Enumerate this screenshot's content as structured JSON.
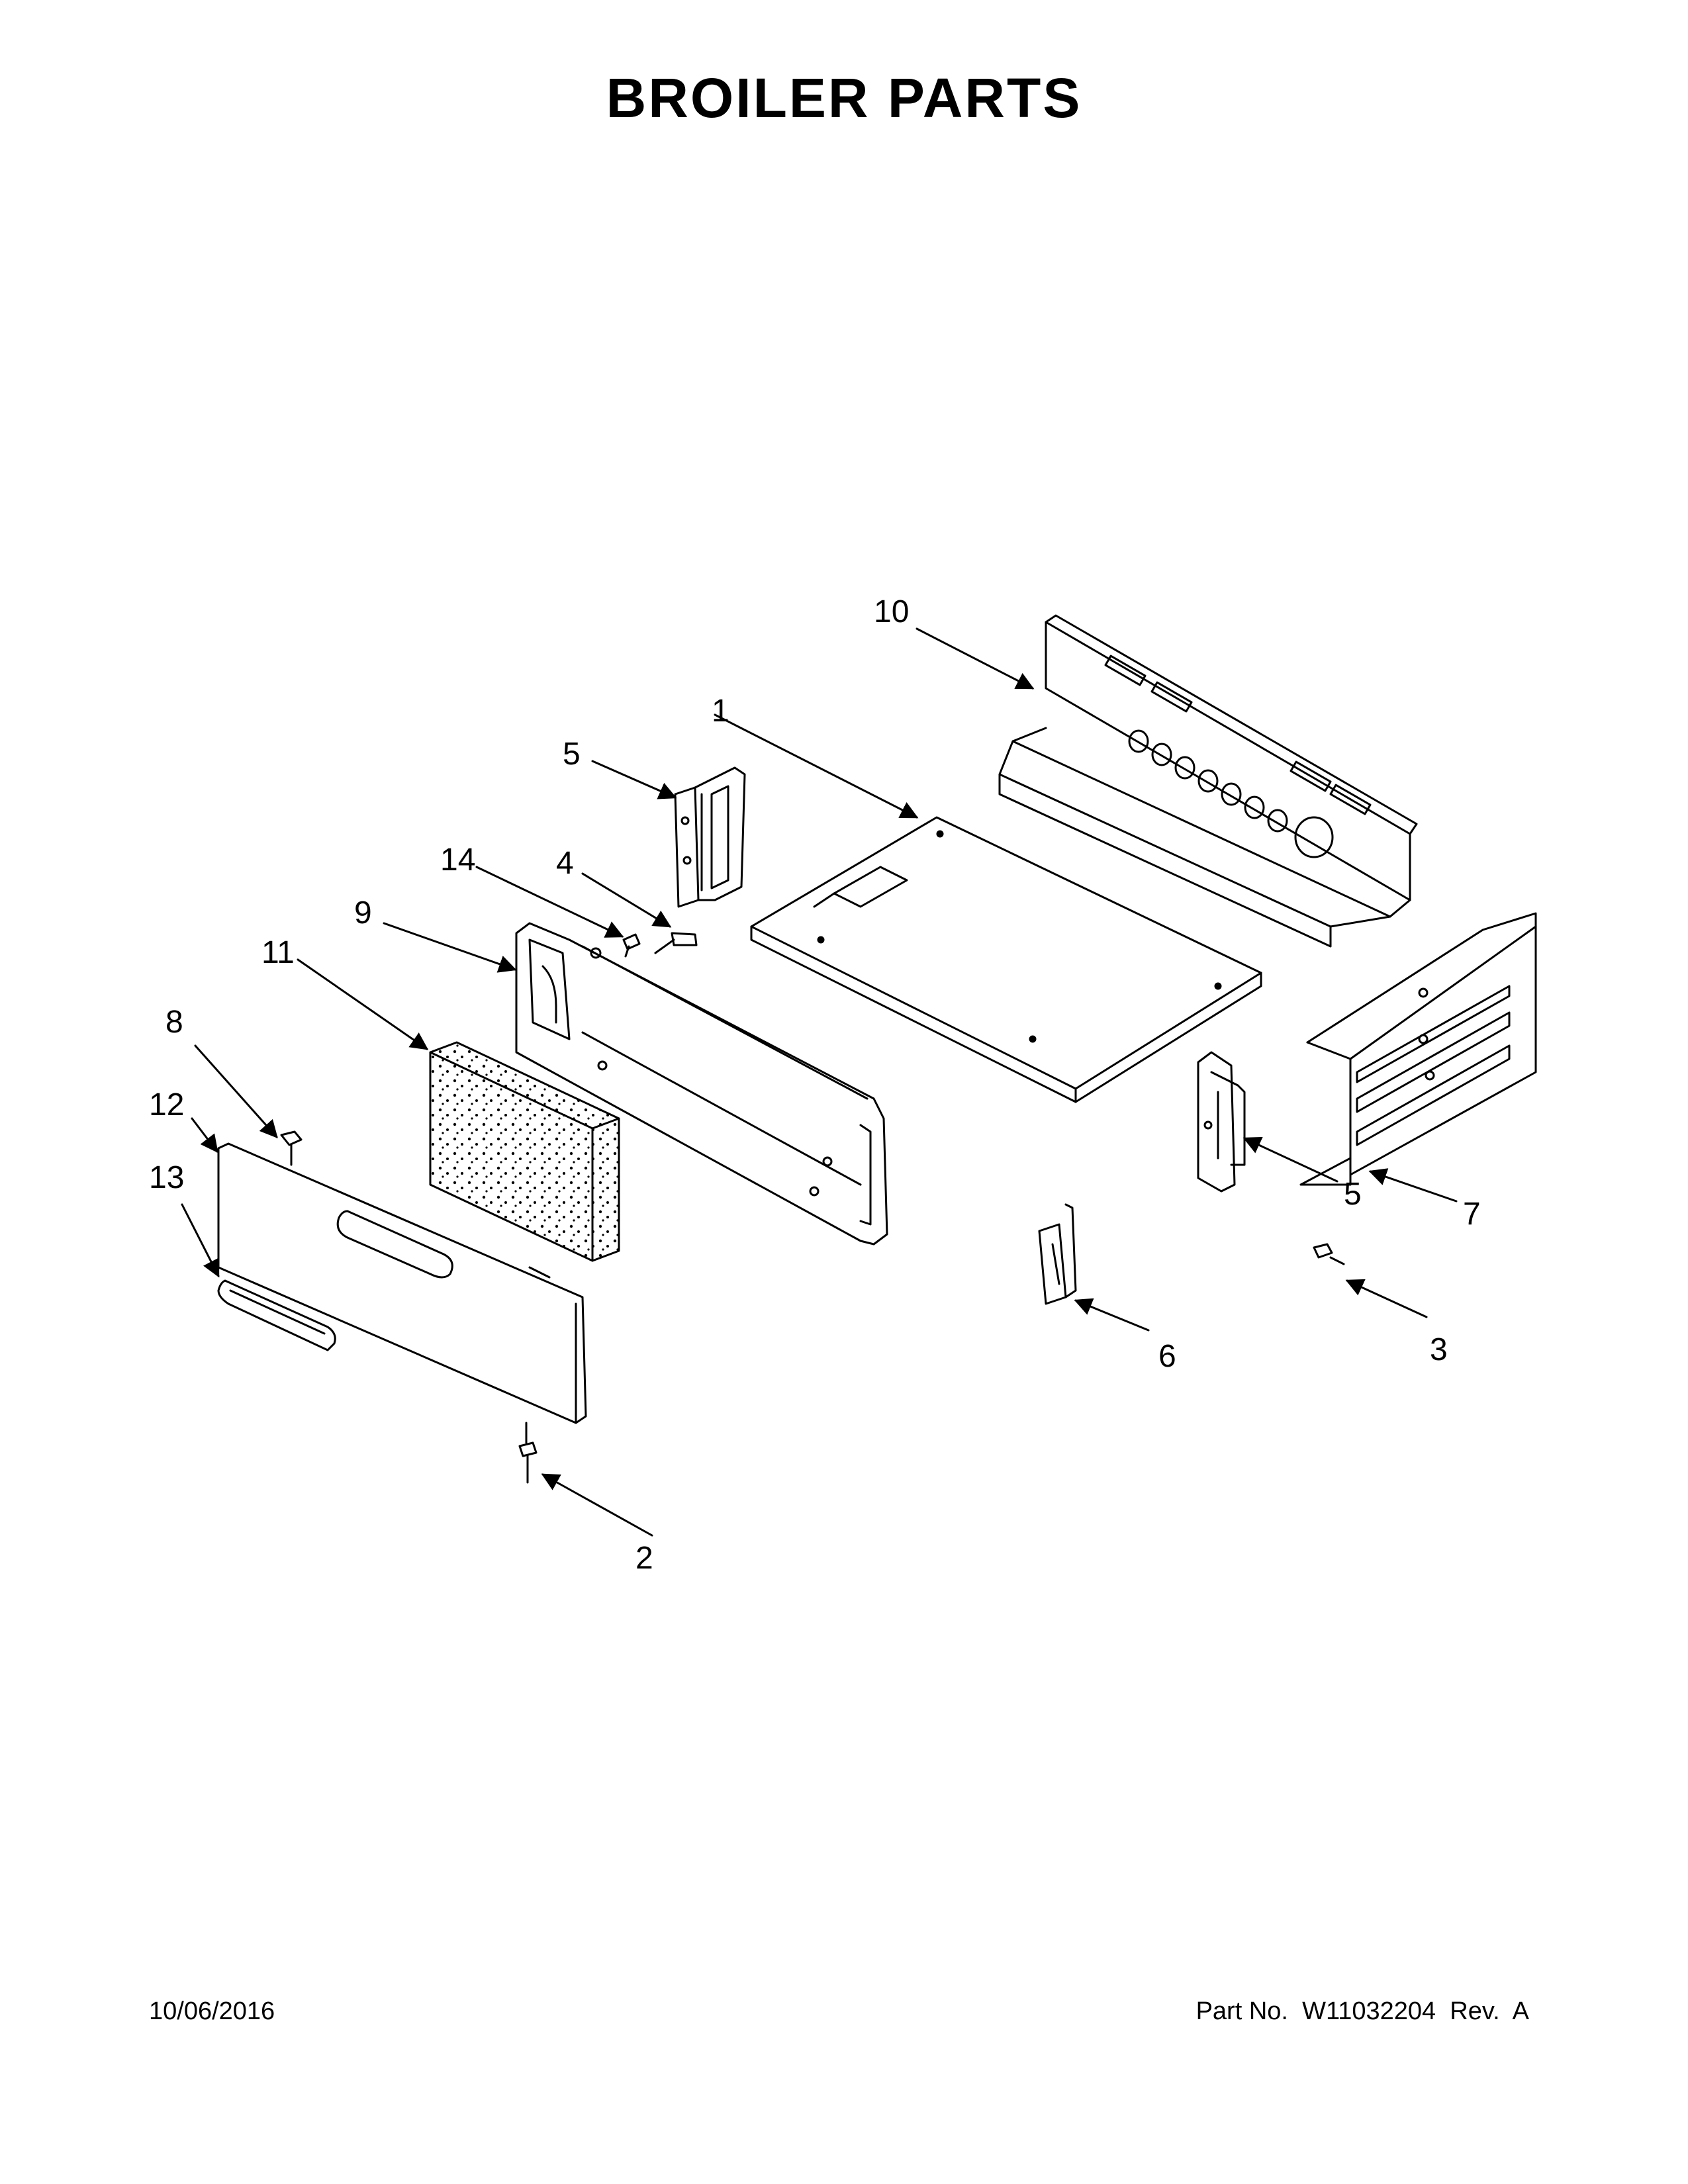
{
  "title": "BROILER PARTS",
  "footer": {
    "date": "10/06/2016",
    "part_number": "Part No.  W11032204  Rev.  A"
  },
  "callouts": {
    "c1": "1",
    "c2": "2",
    "c3": "3",
    "c4": "4",
    "c5a": "5",
    "c5b": "5",
    "c6": "6",
    "c7": "7",
    "c8": "8",
    "c9": "9",
    "c10": "10",
    "c11": "11",
    "c12": "12",
    "c13": "13",
    "c14": "14"
  },
  "colors": {
    "line": "#000000",
    "background": "#ffffff"
  }
}
